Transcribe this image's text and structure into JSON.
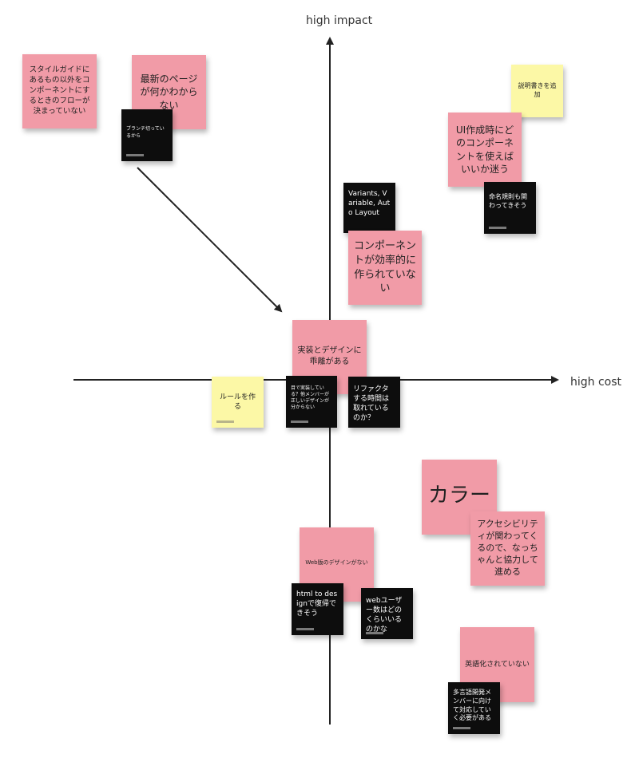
{
  "axes": {
    "y_label": "high impact",
    "x_label": "high cost"
  },
  "colors": {
    "pink": "#f19ba7",
    "yellow": "#fcf8a6",
    "black": "#0d0d0d",
    "axis": "#222222"
  },
  "notes": {
    "style_guide": "スタイルガイドにあるもの以外をコンポーネントにするときのフローが決まっていない",
    "latest_page": "最新のページが何かわからない",
    "branch": "ブランチ切っているから",
    "add_description": "説明書きを追加",
    "ui_creation": "UI作成時にどのコンポーネントを使えばいいか迷う",
    "naming_rules": "命名規則も関わってきそう",
    "variants": "Variants, Variable, Auto Layout",
    "component_efficiency": "コンポーネントが効率的に作られていない",
    "impl_design_gap": "実装とデザインに乖離がある",
    "make_rules": "ルールを作る",
    "visual_check": "目で実装している？他メンバーが正しいデザインが分からない",
    "refactor_time": "リファクタする時間は取れているのか？",
    "color": "カラー",
    "accessibility": "アクセシビリティが関わってくるので、なっちゃんと協力して進める",
    "web_design": "Web版のデザインがない",
    "html_to_design": "html to designで復帰できそう",
    "web_users": "webユーザー数はどのくらいいるのかな",
    "not_english": "英語化されていない",
    "multilang": "多言語開発メンバーに向けて対応していく必要がある"
  }
}
